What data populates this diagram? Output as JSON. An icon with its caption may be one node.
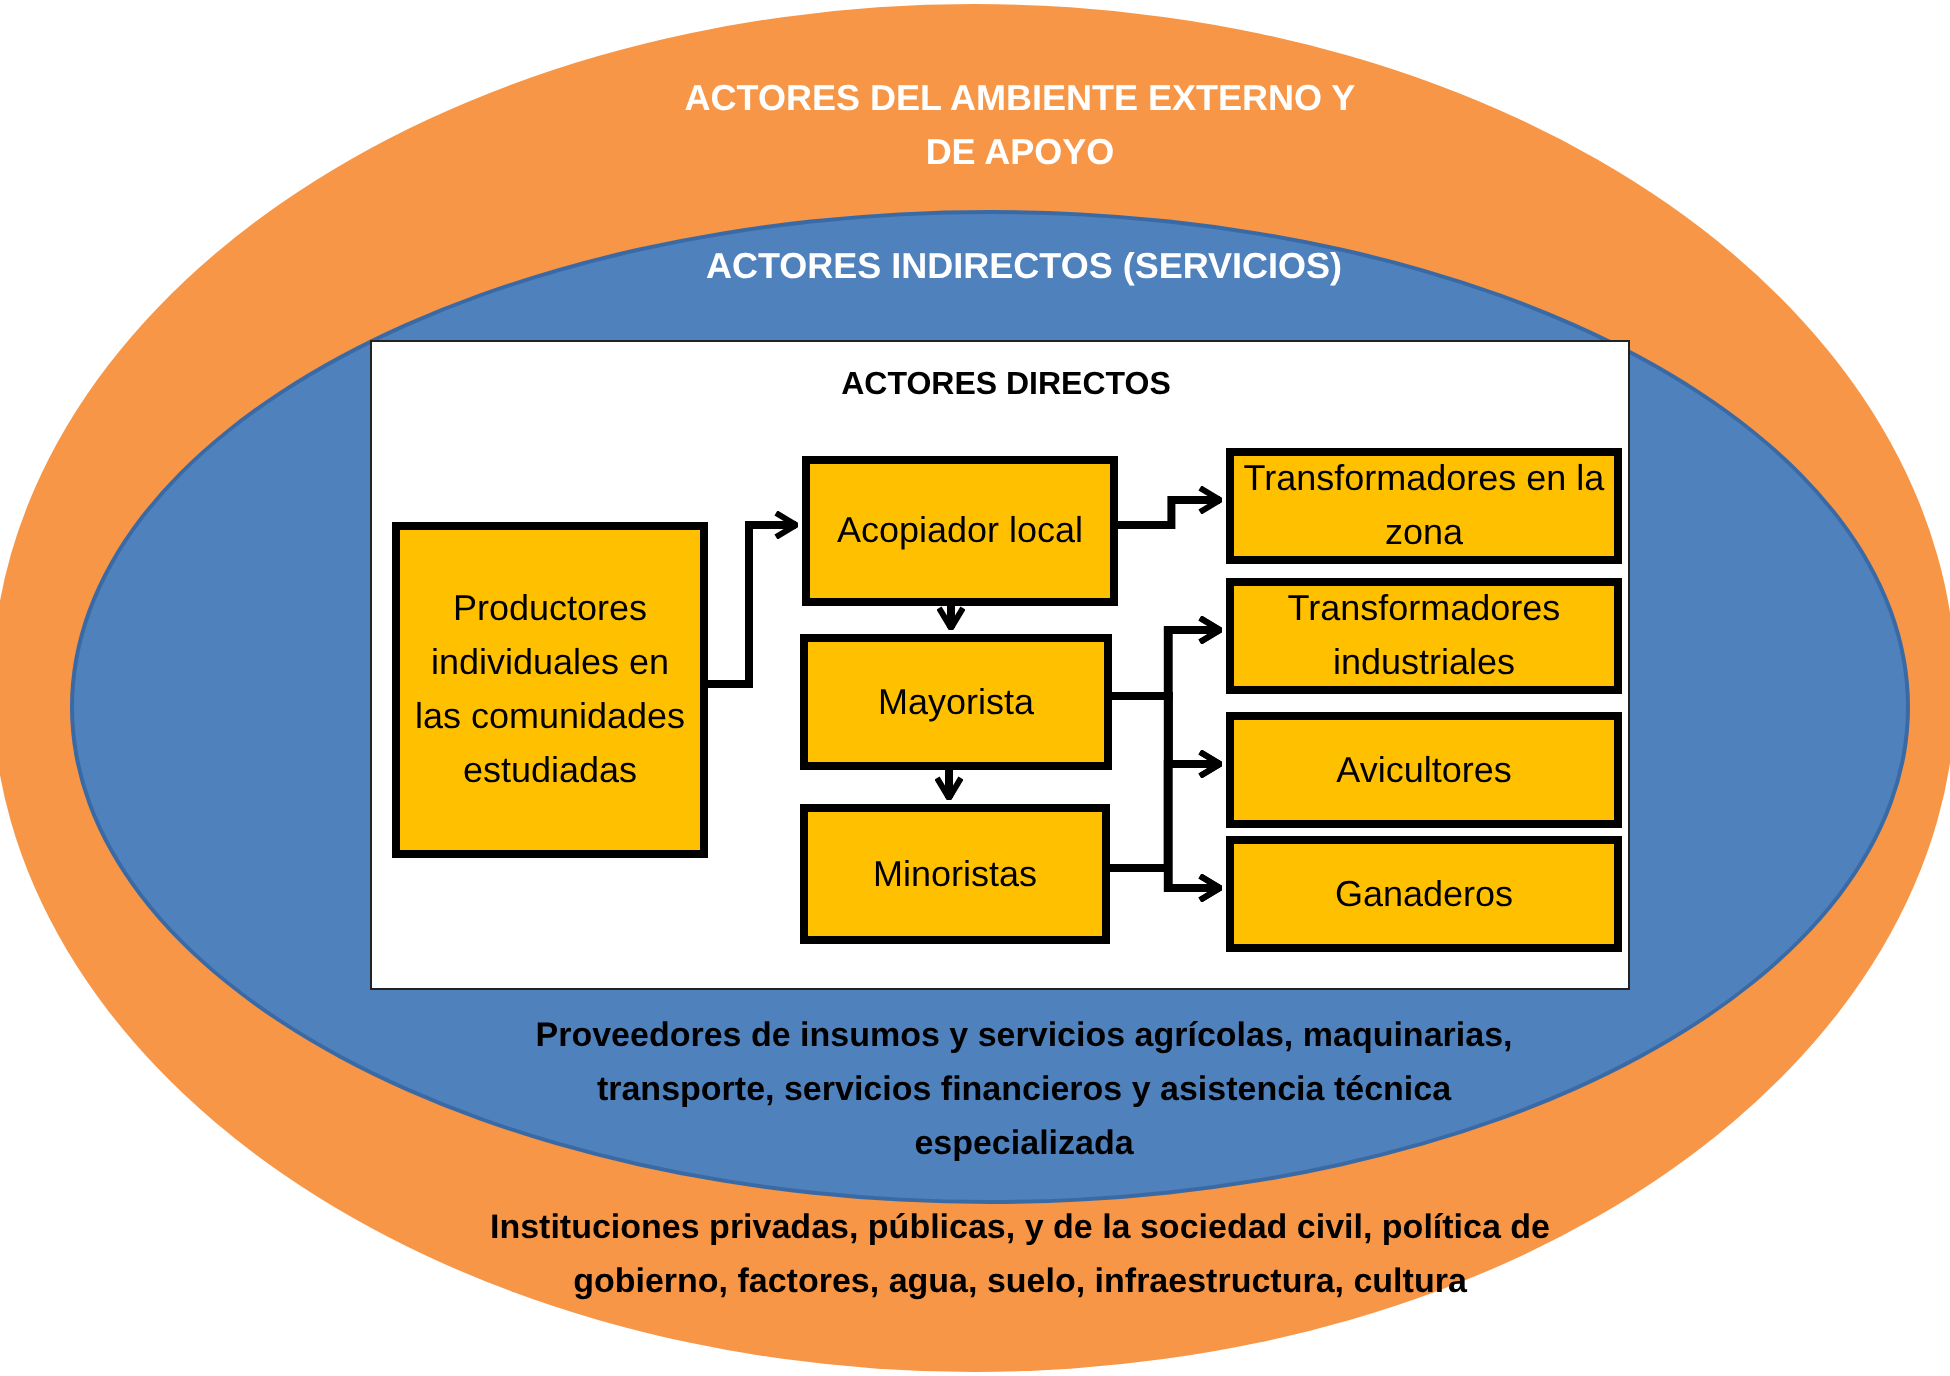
{
  "diagram": {
    "nodes": [
      {
        "text": [
          "ACTORES DEL AMBIENTE EXTERNO Y DE APOYO",
          "Instituciones privadas, públicas, y de la sociedad civil, política de gobierno, factores, agua, suelo, infraestructura, cultura"
        ]
      },
      {
        "text": [
          "ACTORES INDIRECTOS (SERVICIOS)",
          "Proveedores de insumos y servicios agrícolas, maquinarias, transporte, servicios financieros y asistencia técnica especializada"
        ],
        "in": 0
      },
      {
        "text": [
          "ACTORES DIRECTOS"
        ],
        "in": 1
      },
      {
        "text": [
          "Productores individuales en las comunidades estudiadas"
        ],
        "in": 2
      },
      {
        "text": [
          "Acopiador local"
        ],
        "in": 2
      },
      {
        "text": [
          "Mayorista"
        ],
        "in": 2
      },
      {
        "text": [
          "Minoristas"
        ],
        "in": 2
      },
      {
        "text": [
          "Transformadores en la zona"
        ],
        "in": 2
      },
      {
        "text": [
          "Transformadores industriales"
        ],
        "in": 2
      },
      {
        "text": [
          "Avicultores"
        ],
        "in": 2
      },
      {
        "text": [
          "Ganaderos"
        ],
        "in": 2
      }
    ],
    "edges": [
      {
        "from": 3,
        "to": 4,
        "arrow": "to"
      },
      {
        "from": 4,
        "to": 5,
        "arrow": "to"
      },
      {
        "from": 5,
        "to": 6,
        "arrow": "to"
      },
      {
        "from": 4,
        "to": 7,
        "arrow": "to"
      },
      {
        "from": 5,
        "to": 8,
        "arrow": "to"
      },
      {
        "from": 5,
        "to": 9,
        "arrow": "to"
      },
      {
        "from": 5,
        "to": 10,
        "arrow": "to"
      },
      {
        "from": 6,
        "to": 8,
        "arrow": "to"
      },
      {
        "from": 6,
        "to": 9,
        "arrow": "to"
      },
      {
        "from": 6,
        "to": 10,
        "arrow": "to"
      }
    ]
  }
}
